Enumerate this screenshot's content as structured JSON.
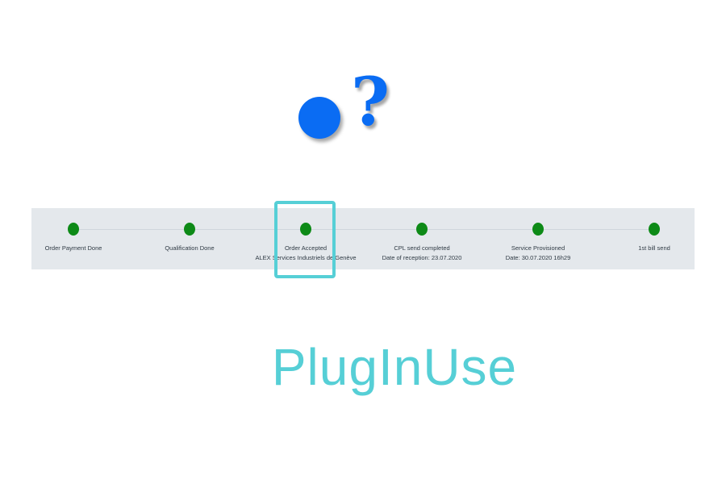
{
  "logo": {
    "question_mark": "?",
    "color": "#0a6cf3"
  },
  "progress": {
    "line_color": "#cfd6dc",
    "dot_color": "#0d8a17",
    "highlight_color": "#56cfd6",
    "steps": [
      {
        "label": "Order Payment Done",
        "sub": ""
      },
      {
        "label": "Qualification Done",
        "sub": ""
      },
      {
        "label": "Order Accepted",
        "sub": "ALEX Services Industriels de Genève"
      },
      {
        "label": "CPL send completed",
        "sub": "Date of reception: 23.07.2020"
      },
      {
        "label": "Service Provisioned",
        "sub": "Date: 30.07.2020 16h29"
      },
      {
        "label": "1st bill send",
        "sub": ""
      }
    ],
    "highlighted_step": 2
  },
  "brand": {
    "name": "PlugInUse",
    "color": "#56cfd6"
  }
}
